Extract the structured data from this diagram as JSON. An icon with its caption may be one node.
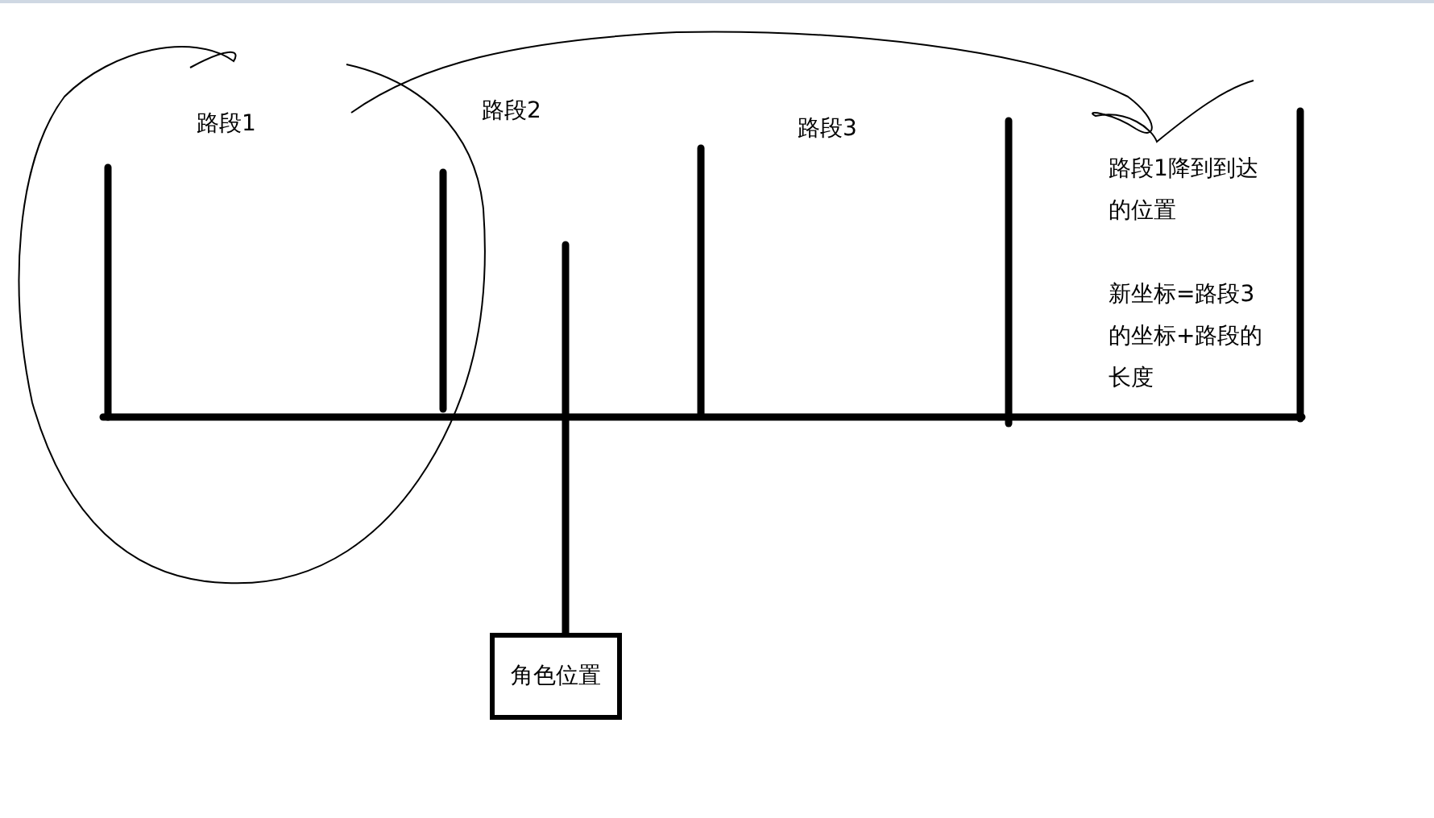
{
  "diagram": {
    "nodes": [
      {
        "text": [
          "角色位置"
        ]
      }
    ],
    "labels": [
      "路段1",
      "路段2",
      "路段3",
      "路段1降到到达的位置",
      "新坐标=路段3的坐标+路段的长度"
    ]
  }
}
